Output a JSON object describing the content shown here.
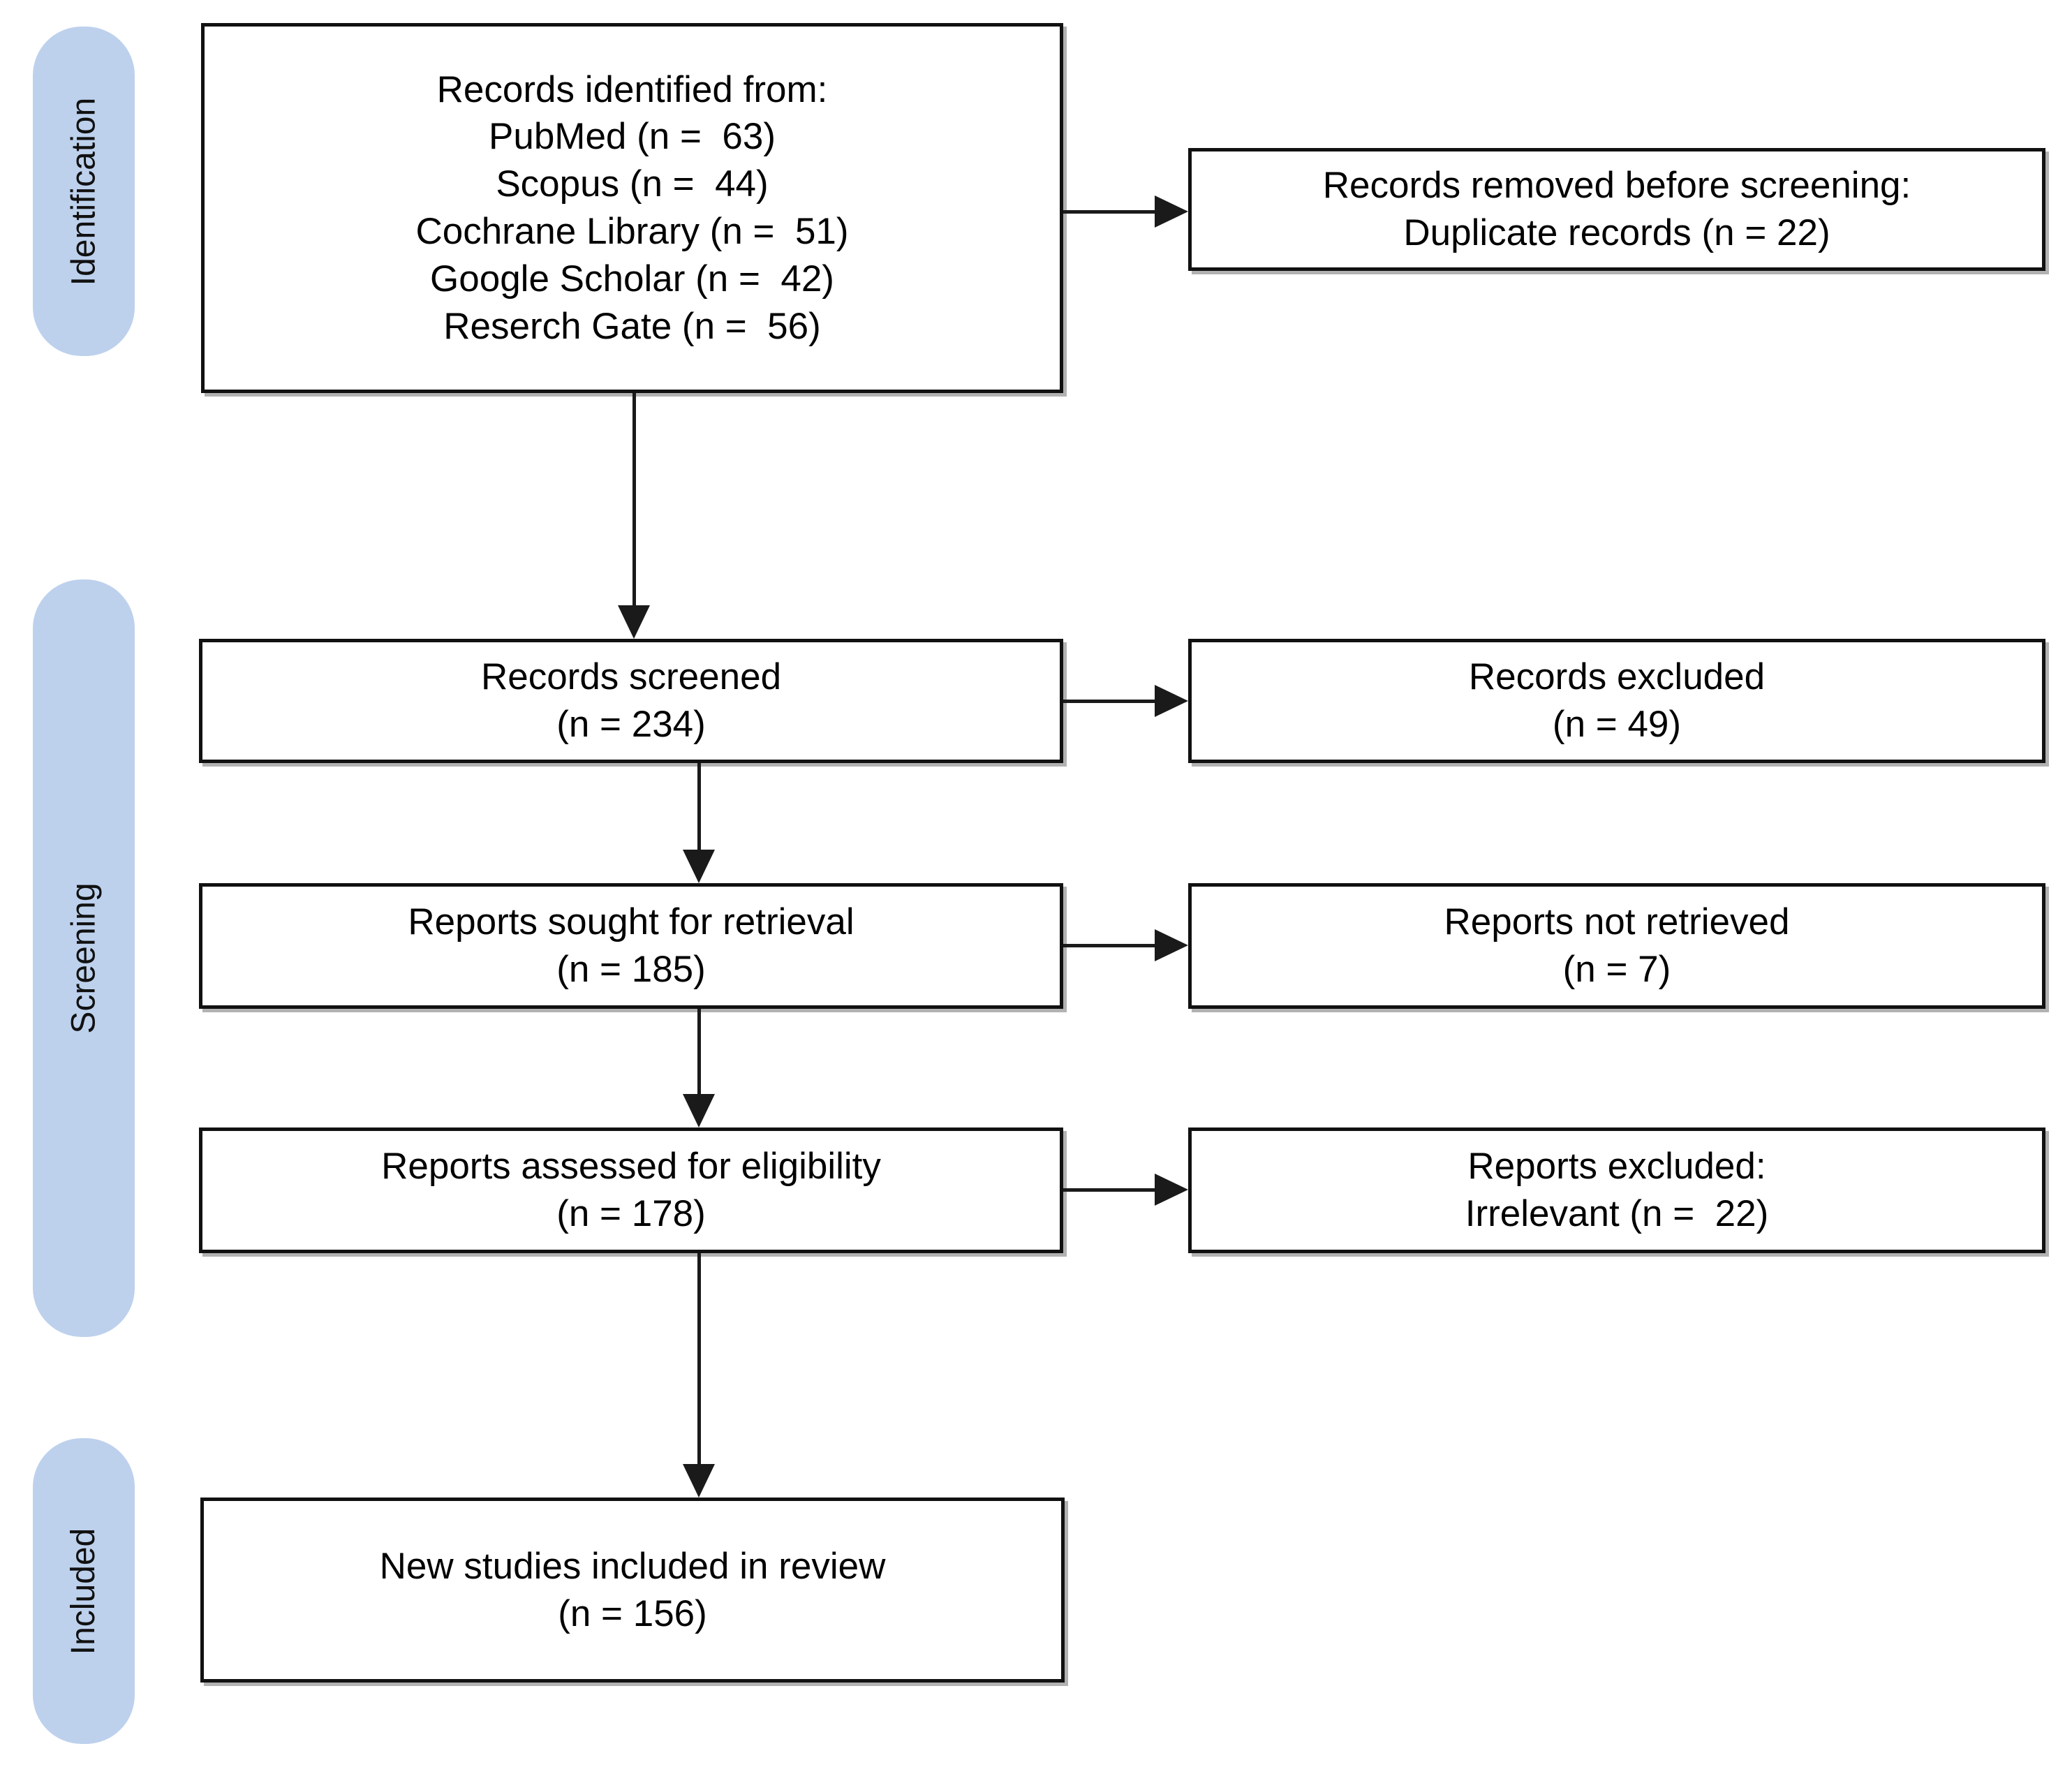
{
  "stages": [
    {
      "label": "Identification"
    },
    {
      "label": "Screening"
    },
    {
      "label": "Included"
    }
  ],
  "boxes": {
    "identified": {
      "lines": [
        "Records identified from:",
        "PubMed (n =  63)",
        "Scopus (n =  44)",
        "Cochrane Library (n =  51)",
        "Google Scholar (n =  42)",
        "Reserch Gate (n =  56)"
      ]
    },
    "removed": {
      "lines": [
        "Records removed before screening:",
        "Duplicate records (n = 22)"
      ]
    },
    "screened": {
      "lines": [
        "Records screened",
        "(n = 234)"
      ]
    },
    "records_excluded": {
      "lines": [
        "Records excluded",
        "(n = 49)"
      ]
    },
    "sought": {
      "lines": [
        "Reports sought for retrieval",
        "(n = 185)"
      ]
    },
    "not_retrieved": {
      "lines": [
        "Reports not retrieved",
        "(n = 7)"
      ]
    },
    "assessed": {
      "lines": [
        "Reports assessed for eligibility",
        "(n = 178)"
      ]
    },
    "reports_excluded": {
      "lines": [
        "Reports excluded:",
        "Irrelevant (n =  22)"
      ]
    },
    "included_in_review": {
      "lines": [
        "New studies included in review",
        "(n = 156)"
      ]
    }
  },
  "counts": {
    "sources": [
      {
        "name": "PubMed",
        "n": 63
      },
      {
        "name": "Scopus",
        "n": 44
      },
      {
        "name": "Cochrane Library",
        "n": 51
      },
      {
        "name": "Google Scholar",
        "n": 42
      },
      {
        "name": "Reserch Gate",
        "n": 56
      }
    ],
    "duplicates_removed": 22,
    "records_screened": 234,
    "records_excluded": 49,
    "reports_sought": 185,
    "reports_not_retrieved": 7,
    "reports_assessed": 178,
    "reports_excluded_irrelevant": 22,
    "new_studies_included": 156
  },
  "colors": {
    "stage_pill_fill": "#bdd1ed",
    "box_fill": "#ffffff",
    "box_border": "#111111",
    "line": "#1a1a1a",
    "background": "#ffffff"
  }
}
